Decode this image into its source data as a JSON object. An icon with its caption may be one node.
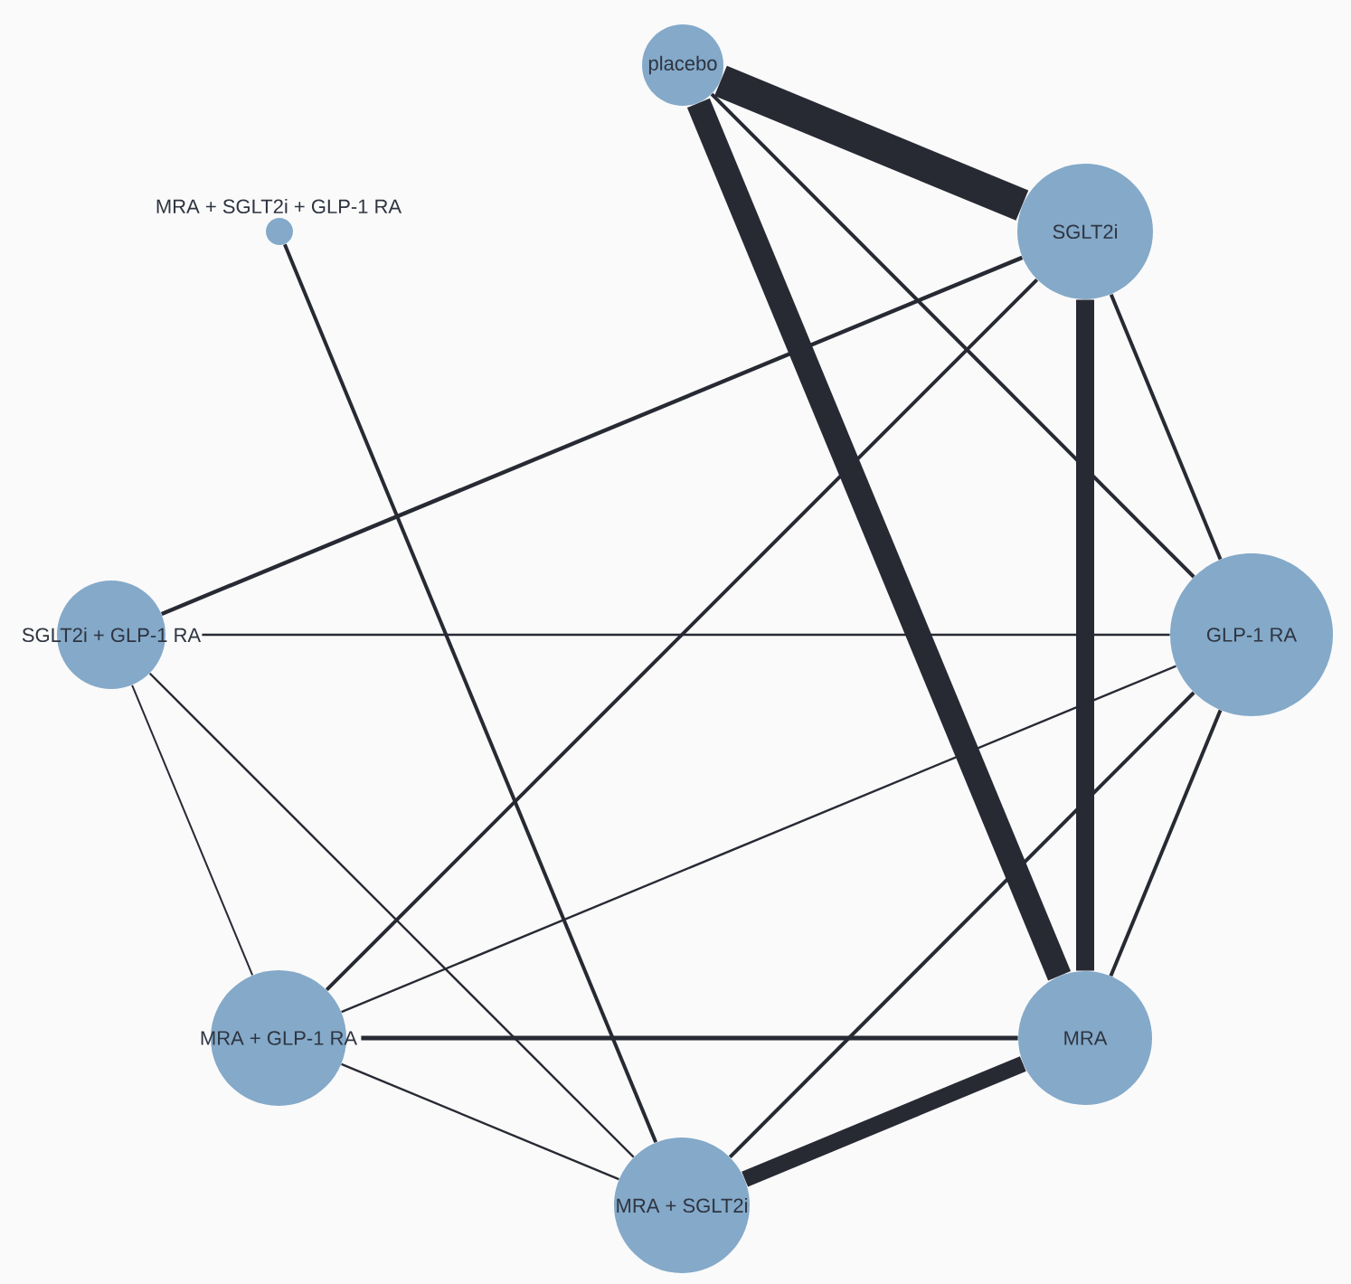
{
  "diagram": {
    "nodes": [
      {
        "text": [
          "placebo"
        ]
      },
      {
        "text": [
          "MRA + SGLT2i + GLP-1 RA"
        ]
      },
      {
        "text": [
          "SGLT2i"
        ]
      },
      {
        "text": [
          "SGLT2i + GLP-1 RA"
        ]
      },
      {
        "text": [
          "GLP-1 RA"
        ]
      },
      {
        "text": [
          "MRA + GLP-1 RA"
        ]
      },
      {
        "text": [
          "MRA"
        ]
      },
      {
        "text": [
          "MRA + SGLT2i"
        ]
      }
    ],
    "edges": [
      {
        "from": 0,
        "to": 2,
        "arrow": "none",
        "style": "thick"
      },
      {
        "from": 0,
        "to": 4,
        "arrow": "none"
      },
      {
        "from": 0,
        "to": 6,
        "arrow": "none",
        "style": "thick"
      },
      {
        "from": 1,
        "to": 7,
        "arrow": "none"
      },
      {
        "from": 2,
        "to": 3,
        "arrow": "none"
      },
      {
        "from": 2,
        "to": 4,
        "arrow": "none"
      },
      {
        "from": 2,
        "to": 5,
        "arrow": "none"
      },
      {
        "from": 2,
        "to": 6,
        "arrow": "none",
        "style": "thick"
      },
      {
        "from": 3,
        "to": 4,
        "arrow": "none"
      },
      {
        "from": 3,
        "to": 5,
        "arrow": "none"
      },
      {
        "from": 3,
        "to": 7,
        "arrow": "none"
      },
      {
        "from": 4,
        "to": 5,
        "arrow": "none"
      },
      {
        "from": 4,
        "to": 6,
        "arrow": "none"
      },
      {
        "from": 4,
        "to": 7,
        "arrow": "none"
      },
      {
        "from": 5,
        "to": 6,
        "arrow": "none"
      },
      {
        "from": 5,
        "to": 7,
        "arrow": "none"
      },
      {
        "from": 6,
        "to": 7,
        "arrow": "none",
        "style": "thick"
      }
    ]
  }
}
